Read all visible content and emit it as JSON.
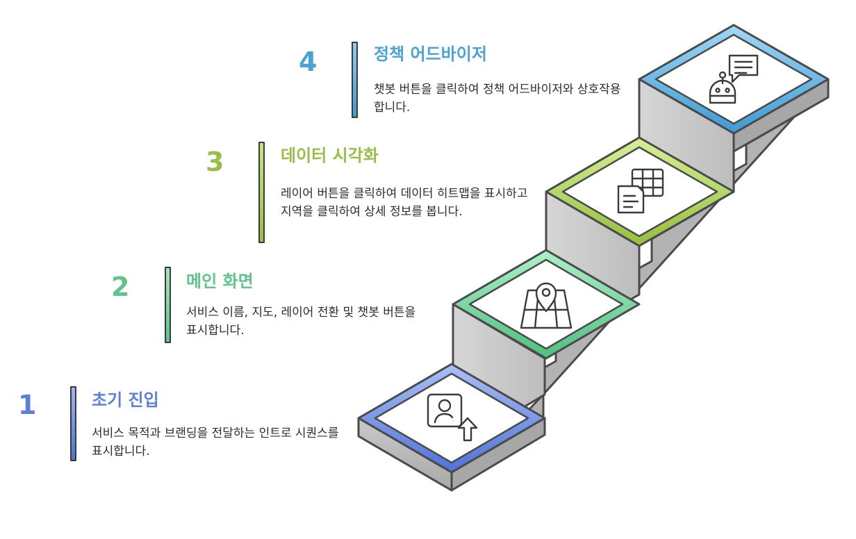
{
  "steps": [
    {
      "number": "1",
      "title": "초기 진입",
      "description": "서비스 목적과 브랜딩을 전달하는 인트로 시퀀스를 표시합니다.",
      "color": "#5b7fe0",
      "bar_gradient": [
        "#9fb4f0",
        "#4f72d8"
      ],
      "icon": "user-upload-icon"
    },
    {
      "number": "2",
      "title": "메인 화면",
      "description": "서비스 이름, 지도, 레이어 전환 및 챗봇 버튼을 표시합니다.",
      "color": "#5ec48a",
      "bar_gradient": [
        "#a5e6bf",
        "#5ec48a"
      ],
      "icon": "map-pin-icon"
    },
    {
      "number": "3",
      "title": "데이터 시각화",
      "description": "레이어 버튼을 클릭하여 데이터 히트맵을 표시하고 지역을 클릭하여 상세 정보를 봅니다.",
      "color": "#98bf45",
      "bar_gradient": [
        "#c9e586",
        "#98bf45"
      ],
      "icon": "data-table-icon"
    },
    {
      "number": "4",
      "title": "정책 어드바이저",
      "description": "챗봇 버튼을 클릭하여 정책 어드바이저와 상호작용합니다.",
      "color": "#4aa3d8",
      "bar_gradient": [
        "#8fcdf0",
        "#3f9ad4"
      ],
      "icon": "chatbot-icon"
    }
  ]
}
